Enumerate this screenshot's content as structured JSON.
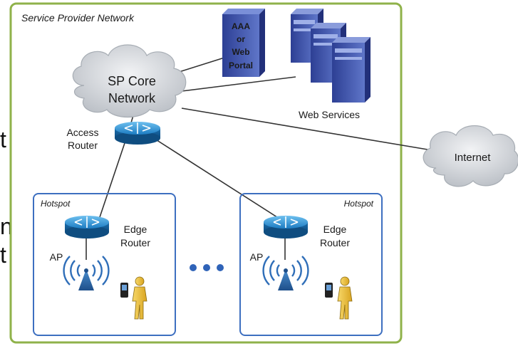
{
  "network_label": "Service Provider Network",
  "core": {
    "line1": "SP Core",
    "line2": "Network"
  },
  "access_router": {
    "line1": "Access",
    "line2": "Router"
  },
  "auth_server": {
    "line1": "AAA",
    "line2": "or",
    "line3": "Web",
    "line4": "Portal"
  },
  "web_services": "Web Services",
  "internet": "Internet",
  "hotspot_left": {
    "label": "Hotspot",
    "router_line1": "Edge",
    "router_line2": "Router",
    "ap": "AP"
  },
  "hotspot_right": {
    "label": "Hotspot",
    "router_line1": "Edge",
    "router_line2": "Router",
    "ap": "AP"
  },
  "cropped_text": {
    "t1": "t",
    "t2": "n",
    "t3": "t"
  },
  "colors": {
    "network_border": "#8fb24a",
    "hotspot_border": "#3d6fc0",
    "router_blue": "#1f7fc4",
    "cloud_grey": "#c9cdd2",
    "server_blue": "#3b52a8",
    "person_yellow": "#f0c63c"
  }
}
